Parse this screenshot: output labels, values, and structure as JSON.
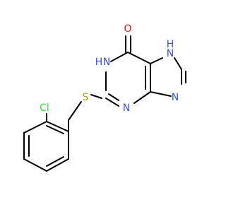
{
  "molecule": {
    "atoms": {
      "oxygen": "O",
      "n1_h": "H",
      "n1": "N",
      "n7_h": "H",
      "n7": "N",
      "n3": "N",
      "n9": "N",
      "sulfur": "S",
      "chlorine": "Cl"
    },
    "colors": {
      "bond": "#000000",
      "oxygen": "#ff0d0d",
      "nitrogen": "#3050f8",
      "sulfur": "#b2a000",
      "chlorine": "#1ff01f"
    }
  }
}
